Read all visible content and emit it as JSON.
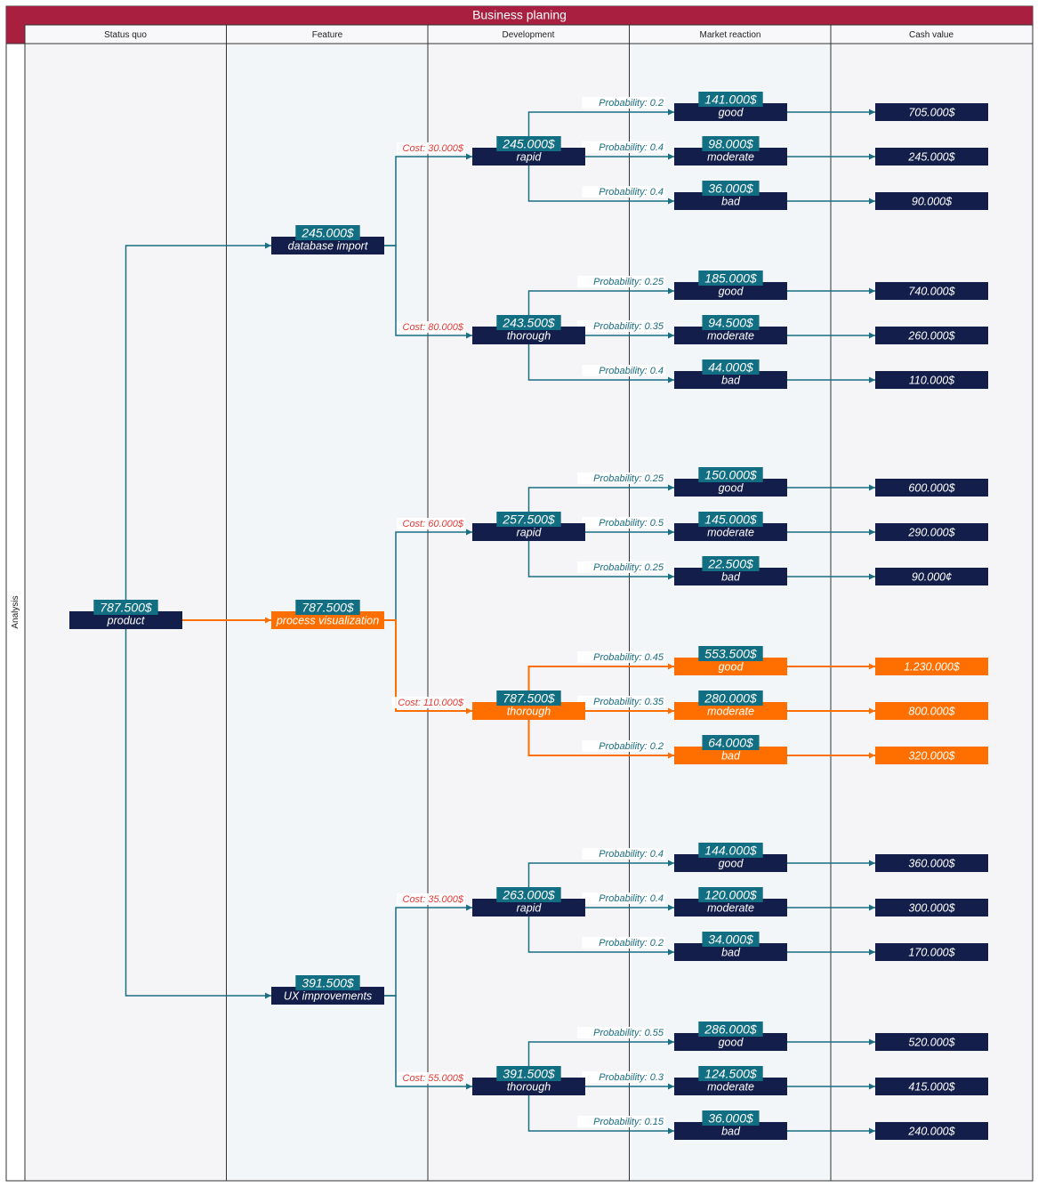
{
  "title": "Business planing",
  "row_label": "Analysis",
  "lanes": [
    "Status quo",
    "Feature",
    "Development",
    "Market reaction",
    "Cash value"
  ],
  "colors": {
    "title_bg": "#A81F40",
    "node_navy": "#141E4A",
    "node_orange": "#FF6F00",
    "value_teal": "#126E82",
    "edge_teal": "#196E82",
    "edge_orange": "#FF6F00",
    "cost_red": "#E53935",
    "prob_teal": "#1A6E82",
    "lane_bg_a": "#F5F5F8",
    "lane_bg_b": "#F3F6F9"
  },
  "root": {
    "label": "product",
    "value": "787.500$"
  },
  "features": [
    {
      "label": "database import",
      "value": "245.000$",
      "highlight": false,
      "developments": [
        {
          "label": "rapid",
          "value": "245.000$",
          "cost": "Cost: 30.000$",
          "highlight": false,
          "outcomes": [
            {
              "label": "good",
              "value": "141.000$",
              "probability": "Probability: 0.2",
              "cash": "705.000$",
              "highlight": false
            },
            {
              "label": "moderate",
              "value": "98.000$",
              "probability": "Probability: 0.4",
              "cash": "245.000$",
              "highlight": false
            },
            {
              "label": "bad",
              "value": "36.000$",
              "probability": "Probability: 0.4",
              "cash": "90.000$",
              "highlight": false
            }
          ]
        },
        {
          "label": "thorough",
          "value": "243.500$",
          "cost": "Cost: 80.000$",
          "highlight": false,
          "outcomes": [
            {
              "label": "good",
              "value": "185.000$",
              "probability": "Probability: 0.25",
              "cash": "740.000$",
              "highlight": false
            },
            {
              "label": "moderate",
              "value": "94.500$",
              "probability": "Probability: 0.35",
              "cash": "260.000$",
              "highlight": false
            },
            {
              "label": "bad",
              "value": "44.000$",
              "probability": "Probability: 0.4",
              "cash": "110.000$",
              "highlight": false
            }
          ]
        }
      ]
    },
    {
      "label": "process visualization",
      "value": "787.500$",
      "highlight": true,
      "developments": [
        {
          "label": "rapid",
          "value": "257.500$",
          "cost": "Cost: 60.000$",
          "highlight": false,
          "outcomes": [
            {
              "label": "good",
              "value": "150.000$",
              "probability": "Probability: 0.25",
              "cash": "600.000$",
              "highlight": false
            },
            {
              "label": "moderate",
              "value": "145.000$",
              "probability": "Probability: 0.5",
              "cash": "290.000$",
              "highlight": false
            },
            {
              "label": "bad",
              "value": "22.500$",
              "probability": "Probability: 0.25",
              "cash": "90.000¢",
              "highlight": false
            }
          ]
        },
        {
          "label": "thorough",
          "value": "787.500$",
          "cost": "Cost: 110.000$",
          "highlight": true,
          "outcomes": [
            {
              "label": "good",
              "value": "553.500$",
              "probability": "Probability: 0.45",
              "cash": "1.230.000$",
              "highlight": true
            },
            {
              "label": "moderate",
              "value": "280.000$",
              "probability": "Probability: 0.35",
              "cash": "800.000$",
              "highlight": true
            },
            {
              "label": "bad",
              "value": "64.000$",
              "probability": "Probability: 0.2",
              "cash": "320.000$",
              "highlight": true
            }
          ]
        }
      ]
    },
    {
      "label": "UX improvements",
      "value": "391.500$",
      "highlight": false,
      "developments": [
        {
          "label": "rapid",
          "value": "263.000$",
          "cost": "Cost: 35.000$",
          "highlight": false,
          "outcomes": [
            {
              "label": "good",
              "value": "144.000$",
              "probability": "Probability: 0.4",
              "cash": "360.000$",
              "highlight": false
            },
            {
              "label": "moderate",
              "value": "120.000$",
              "probability": "Probability: 0.4",
              "cash": "300.000$",
              "highlight": false
            },
            {
              "label": "bad",
              "value": "34.000$",
              "probability": "Probability: 0.2",
              "cash": "170.000$",
              "highlight": false
            }
          ]
        },
        {
          "label": "thorough",
          "value": "391.500$",
          "cost": "Cost: 55.000$",
          "highlight": false,
          "outcomes": [
            {
              "label": "good",
              "value": "286.000$",
              "probability": "Probability: 0.55",
              "cash": "520.000$",
              "highlight": false
            },
            {
              "label": "moderate",
              "value": "124.500$",
              "probability": "Probability: 0.3",
              "cash": "415.000$",
              "highlight": false
            },
            {
              "label": "bad",
              "value": "36.000$",
              "probability": "Probability: 0.15",
              "cash": "240.000$",
              "highlight": false
            }
          ]
        }
      ]
    }
  ]
}
